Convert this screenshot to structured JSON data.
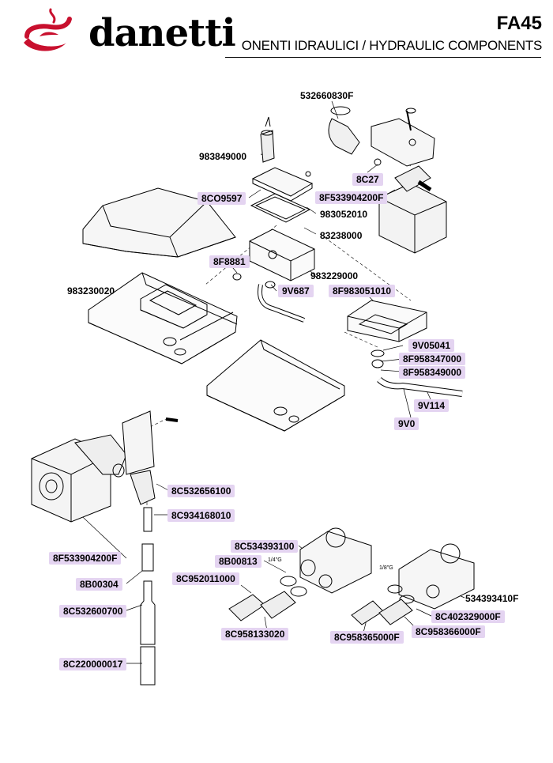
{
  "header": {
    "brand": "danetti",
    "model": "FA45",
    "subtitle": "ONENTI IDRAULICI / HYDRAULIC COMPONENTS",
    "brand_color": "#c8102e"
  },
  "highlight_color": "#e4d4f1",
  "callouts": {
    "c532660830F": "532660830F",
    "c983849000": "983849000",
    "c8C27": "8C27",
    "c8CO9597": "8CO9597",
    "c8F533904200F_top": "8F533904200F",
    "c983052010": "983052010",
    "c83238000": "83238000",
    "c8F8881": "8F8881",
    "c983229000": "983229000",
    "c983230020": "983230020",
    "c9V687": "9V687",
    "c8F983051010": "8F983051010",
    "c9V05041": "9V05041",
    "c8F958347000": "8F958347000",
    "c8F958349000": "8F958349000",
    "c9V114": "9V114",
    "c9V0": "9V0",
    "c8C532656100": "8C532656100",
    "c8C934168010": "8C934168010",
    "c8F533904200F_bottom": "8F533904200F",
    "c8B00304": "8B00304",
    "c8C532600700": "8C532600700",
    "c8C220000017": "8C220000017",
    "c8C534393100": "8C534393100",
    "c8B00813": "8B00813",
    "c8C952011000": "8C952011000",
    "c8C958133020": "8C958133020",
    "c8C958365000F": "8C958365000F",
    "c8C958366000F": "8C958366000F",
    "c8C402329000F": "8C402329000F",
    "c534393410F": "534393410F"
  },
  "thread_notes": {
    "quarter_g": "1/4\"G",
    "eighth_g": "1/8\"G"
  }
}
